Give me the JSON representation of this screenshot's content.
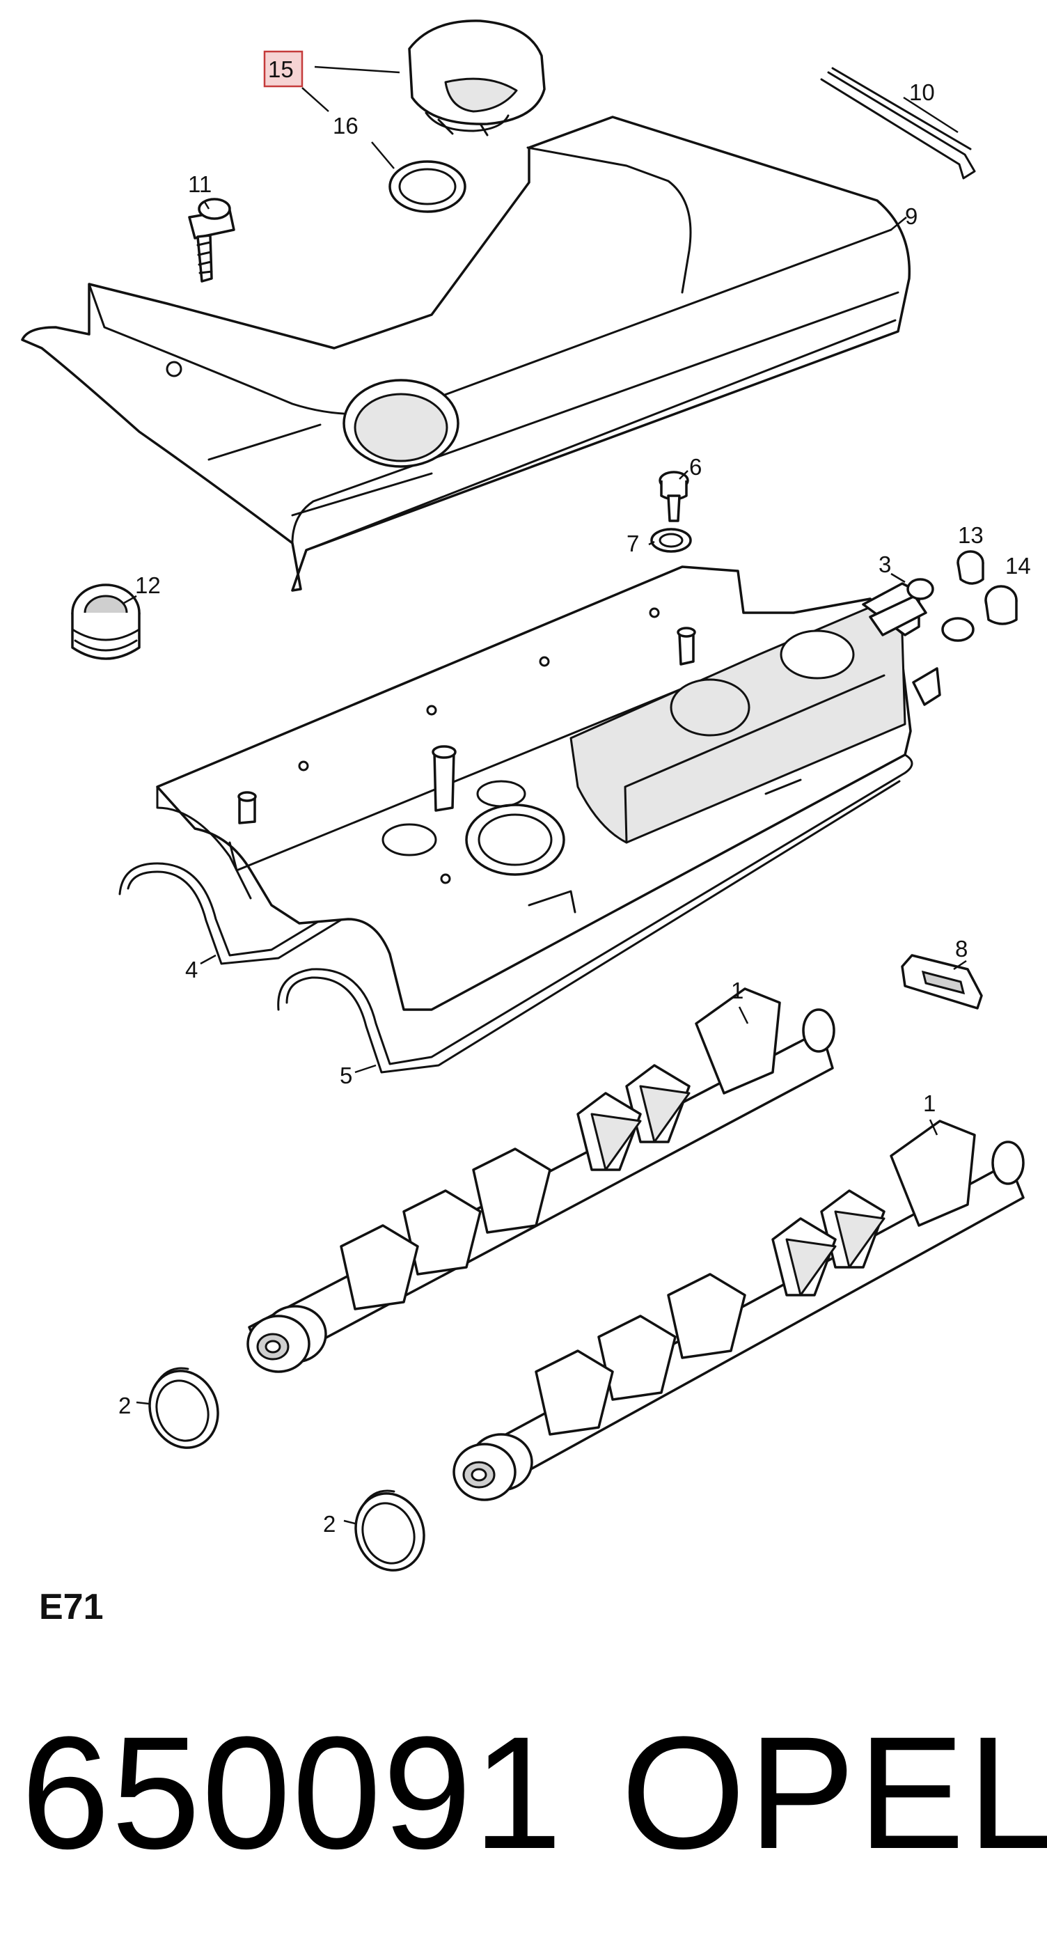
{
  "callouts": {
    "c1a": "1",
    "c1b": "1",
    "c2a": "2",
    "c2b": "2",
    "c3": "3",
    "c4": "4",
    "c5": "5",
    "c6": "6",
    "c7": "7",
    "c8": "8",
    "c9": "9",
    "c10": "10",
    "c11": "11",
    "c12": "12",
    "c13": "13",
    "c14": "14",
    "c15": "15",
    "c16": "16"
  },
  "highlighted_callout": "15",
  "section_code": "E71",
  "part_number": "650091",
  "brand": "OPEL",
  "colors": {
    "highlight_fill": "#f6d4d4",
    "highlight_stroke": "#c53b3b"
  }
}
